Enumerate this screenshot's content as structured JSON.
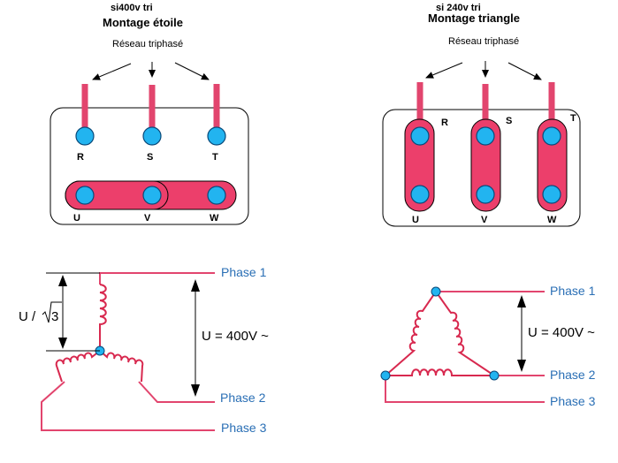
{
  "star": {
    "note": "si400v tri",
    "title": "Montage étoile",
    "network": "Réseau triphasé",
    "top_terminals": [
      "R",
      "S",
      "T"
    ],
    "bottom_terminals": [
      "U",
      "V",
      "W"
    ],
    "ratio_u": "U /",
    "ratio_root": "3",
    "voltage": "U = 400V ~",
    "phases": [
      "Phase 1",
      "Phase 2",
      "Phase 3"
    ]
  },
  "delta": {
    "note": "si 240v tri",
    "title": "Montage triangle",
    "network": "Réseau triphasé",
    "top_terminals": [
      "R",
      "S",
      "T"
    ],
    "bottom_terminals": [
      "U",
      "V",
      "W"
    ],
    "voltage": "U = 400V ~",
    "phases": [
      "Phase 1",
      "Phase 2",
      "Phase 3"
    ]
  },
  "colors": {
    "terminal": "#22b4f0",
    "bar": "#ec3f6b",
    "wire": "#e2456e",
    "phase_text": "#2a6fb5"
  }
}
